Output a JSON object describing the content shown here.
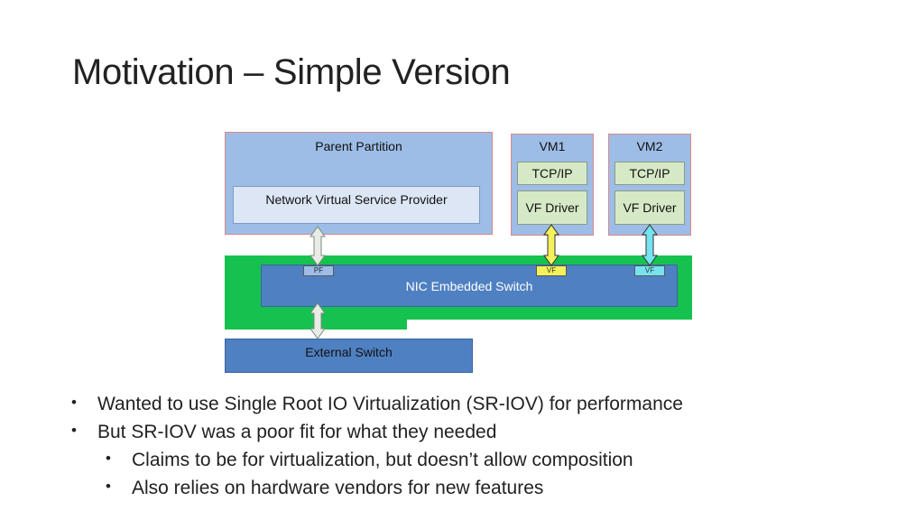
{
  "slide": {
    "title": "Motivation – Simple Version"
  },
  "diagram": {
    "parent_partition": "Parent Partition",
    "nvsp": "Network Virtual Service Provider",
    "vm1": {
      "name": "VM1",
      "stack": "TCP/IP",
      "driver": "VF Driver"
    },
    "vm2": {
      "name": "VM2",
      "stack": "TCP/IP",
      "driver": "VF Driver"
    },
    "nic_switch": "NIC Embedded Switch",
    "port_pf": "PF",
    "port_vf1": "VF",
    "port_vf2": "VF",
    "external_switch": "External Switch",
    "colors": {
      "partition_fill": "#9dbde6",
      "switch_fill": "#4f80c1",
      "nic_background": "#16c24f",
      "driver_fill": "#d6e9c6",
      "vf1_fill": "#f5f15a",
      "vf2_fill": "#75e3f0"
    }
  },
  "bullets": [
    {
      "level": 1,
      "symbol": "•",
      "text": "Wanted to use Single Root IO Virtualization (SR-IOV) for performance"
    },
    {
      "level": 1,
      "symbol": "•",
      "text": "But SR-IOV was a poor fit for what they needed"
    },
    {
      "level": 2,
      "symbol": "•",
      "text": "Claims to be for virtualization, but doesn’t allow composition"
    },
    {
      "level": 2,
      "symbol": "•",
      "text": "Also relies on hardware vendors for new features"
    }
  ]
}
